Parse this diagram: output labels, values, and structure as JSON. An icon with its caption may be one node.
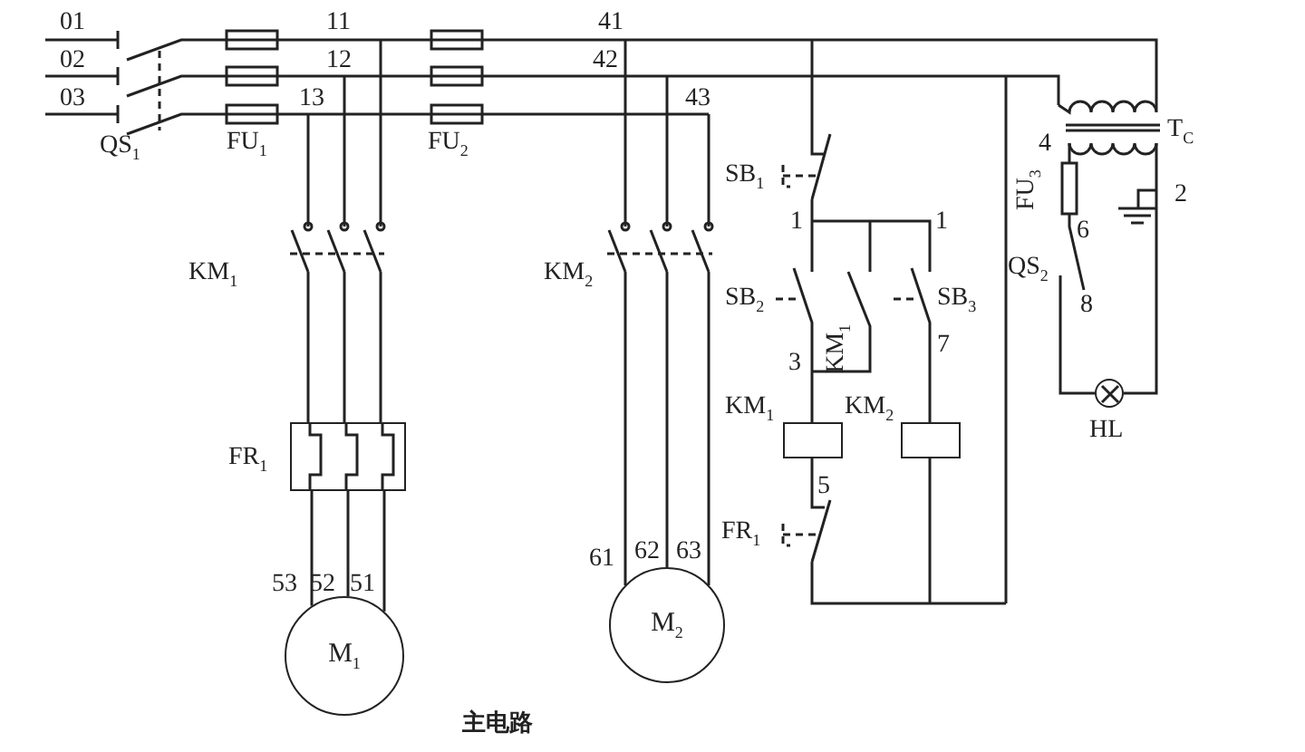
{
  "diagram": {
    "caption": "主电路",
    "nodes": [
      {
        "text": [],
        "shape": "box",
        "beside": [
          "FR$_{1}$"
        ]
      },
      {
        "text": [
          "M$_{1}$"
        ]
      },
      {
        "text": [
          "M$_{2}$"
        ]
      },
      {
        "text": [],
        "shape": "box",
        "beside": [
          "KM$_{1}$"
        ]
      },
      {
        "text": [],
        "shape": "box",
        "beside": [
          "KM$_{2}$"
        ]
      },
      {
        "text": [],
        "shape": "circle",
        "beside": [
          "HL"
        ]
      }
    ],
    "edges": [
      {
        "from": 0,
        "to": 1,
        "arrow": "none"
      },
      {
        "from": 0,
        "to": 1,
        "arrow": "none"
      },
      {
        "from": 0,
        "to": 1,
        "arrow": "none"
      }
    ],
    "labels": [
      "01",
      "02",
      "03",
      "QS$_{1}$",
      "FU$_{1}$",
      "11",
      "12",
      "13",
      "FU$_{2}$",
      "41",
      "42",
      "43",
      "KM$_{1}$",
      "KM$_{2}$",
      "SB$_{1}$",
      "T$_{C}$",
      "4",
      "FU$_{3}$",
      "2",
      "6",
      "QS$_{2}$",
      "8",
      "1",
      "1",
      "SB$_{2}$",
      "KM$_{1}$",
      "SB$_{3}$",
      "3",
      "7",
      "5",
      "FR$_{1}$",
      "53",
      "52",
      "51",
      "61",
      "62",
      "63"
    ]
  }
}
